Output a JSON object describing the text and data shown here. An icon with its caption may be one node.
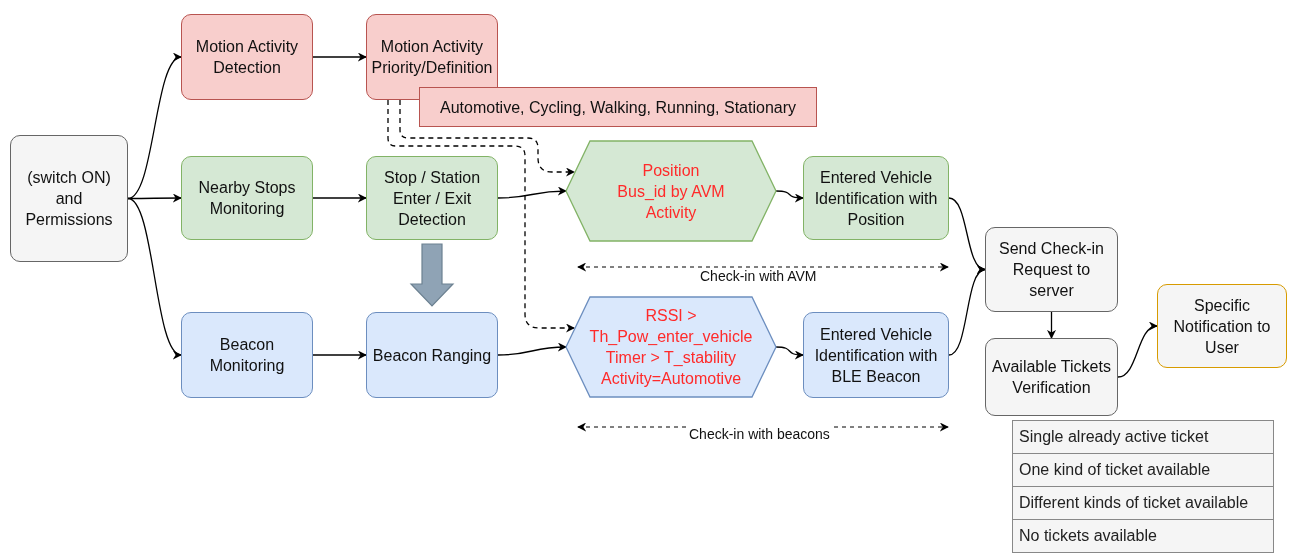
{
  "diagram": {
    "nodes": [
      {
        "text": [
          "(switch ON) and Permissions"
        ]
      },
      {
        "text": [
          "Motion Activity Detection"
        ]
      },
      {
        "text": [
          "Motion Activity Priority/Definition"
        ]
      },
      {
        "text": [
          "Automotive, Cycling, Walking, Running, Stationary"
        ]
      },
      {
        "text": [
          "Nearby Stops Monitoring"
        ]
      },
      {
        "text": [
          "Stop / Station Enter / Exit Detection"
        ]
      },
      {
        "text": [
          "Position",
          "Bus_id by AVM",
          "Activity"
        ]
      },
      {
        "text": [
          "Entered Vehicle Identification with Position"
        ]
      },
      {
        "text": [
          "Beacon Monitoring"
        ]
      },
      {
        "text": [
          "Beacon Ranging"
        ]
      },
      {
        "text": [
          "RSSI > Th_Pow_enter_vehicle",
          "Timer > T_stability",
          "Activity=Automotive"
        ]
      },
      {
        "text": [
          "Entered Vehicle Identification with BLE Beacon"
        ]
      },
      {
        "text": [
          "Send Check-in Request to server"
        ]
      },
      {
        "text": [
          "Available Tickets Verification"
        ]
      },
      {
        "text": [
          "Specific Notification to User"
        ]
      }
    ],
    "edges": [
      {
        "from": 0,
        "to": 1,
        "arrow": "to"
      },
      {
        "from": 0,
        "to": 4,
        "arrow": "to"
      },
      {
        "from": 0,
        "to": 8,
        "arrow": "to"
      },
      {
        "from": 1,
        "to": 2,
        "arrow": "to"
      },
      {
        "from": 2,
        "to": 6,
        "arrow": "to",
        "style": "dashed"
      },
      {
        "from": 2,
        "to": 10,
        "arrow": "to",
        "style": "dashed"
      },
      {
        "from": 4,
        "to": 5,
        "arrow": "to"
      },
      {
        "from": 5,
        "to": 6,
        "arrow": "to"
      },
      {
        "from": 5,
        "to": 9,
        "arrow": "to",
        "style": "thick",
        "color": "#8fa3b5"
      },
      {
        "from": 8,
        "to": 9,
        "arrow": "to"
      },
      {
        "from": 9,
        "to": 10,
        "arrow": "to"
      },
      {
        "from": 6,
        "to": 7,
        "arrow": "to"
      },
      {
        "from": 10,
        "to": 11,
        "arrow": "to"
      },
      {
        "from": 7,
        "to": 12,
        "arrow": "to"
      },
      {
        "from": 11,
        "to": 12,
        "arrow": "to"
      },
      {
        "from": 12,
        "to": 13,
        "arrow": "to"
      },
      {
        "from": 13,
        "to": 14,
        "arrow": "to"
      }
    ],
    "labels": [
      "Check-in with AVM",
      "Check-in with beacons",
      "Single already active ticket",
      "One kind of ticket available",
      "Different kinds of ticket available",
      "No tickets available"
    ]
  }
}
